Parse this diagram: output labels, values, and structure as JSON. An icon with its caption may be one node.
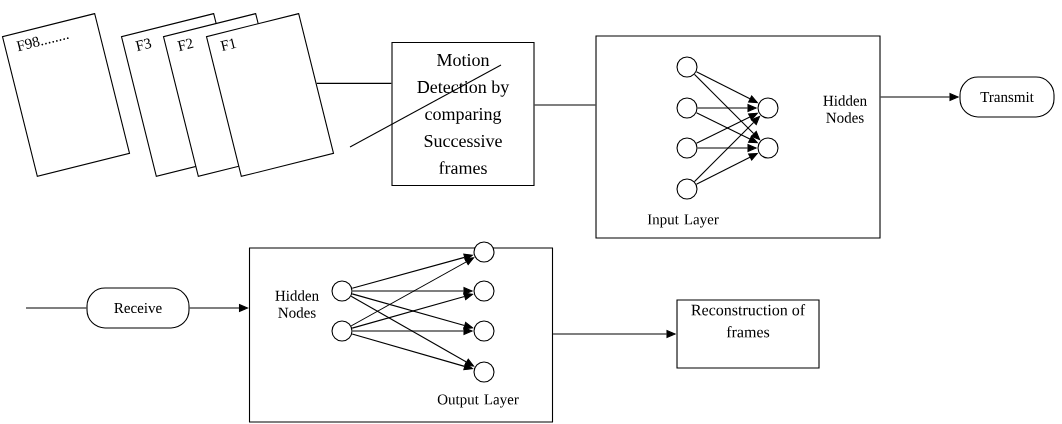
{
  "diagram": {
    "nodes": [
      {
        "text": [
          "F98........"
        ]
      },
      {
        "text": [
          "F3"
        ]
      },
      {
        "text": [
          "F2"
        ]
      },
      {
        "text": [
          "F1"
        ]
      },
      {
        "text": [
          "Motion Detection by comparing Successive frames"
        ]
      },
      {
        "text": [
          "Hidden Nodes",
          "Input Layer"
        ]
      },
      {
        "text": [],
        "shape": "circle",
        "in": 5
      },
      {
        "text": [],
        "shape": "circle",
        "in": 5
      },
      {
        "text": [],
        "shape": "circle",
        "in": 5
      },
      {
        "text": [],
        "shape": "circle",
        "in": 5
      },
      {
        "text": [],
        "shape": "circle",
        "in": 5
      },
      {
        "text": [],
        "shape": "circle",
        "in": 5
      },
      {
        "text": [
          "Transmit"
        ]
      },
      {
        "text": [
          "Receive"
        ]
      },
      {
        "text": [
          "Hidden Nodes",
          "Output Layer"
        ]
      },
      {
        "text": [],
        "shape": "circle",
        "in": 14
      },
      {
        "text": [],
        "shape": "circle",
        "in": 14
      },
      {
        "text": [],
        "shape": "circle",
        "in": 14
      },
      {
        "text": [],
        "shape": "circle",
        "in": 14
      },
      {
        "text": [],
        "shape": "circle",
        "in": 14
      },
      {
        "text": [],
        "shape": "circle",
        "in": 14
      },
      {
        "text": [
          "Reconstruction of frames"
        ]
      }
    ],
    "edges": [
      {
        "from": 3,
        "to": 4,
        "arrow": "none"
      },
      {
        "from": 4,
        "to": 5,
        "arrow": "none"
      },
      {
        "from": 5,
        "to": 12,
        "arrow": "to"
      },
      {
        "from": null,
        "to": 13,
        "arrow": "none"
      },
      {
        "from": 13,
        "to": 14,
        "arrow": "to"
      },
      {
        "from": 14,
        "to": 21,
        "arrow": "to"
      },
      {
        "from": 6,
        "to": 10,
        "arrow": "to"
      },
      {
        "from": 6,
        "to": 11,
        "arrow": "to"
      },
      {
        "from": 7,
        "to": 10,
        "arrow": "to"
      },
      {
        "from": 7,
        "to": 11,
        "arrow": "to"
      },
      {
        "from": 8,
        "to": 10,
        "arrow": "to"
      },
      {
        "from": 8,
        "to": 11,
        "arrow": "to"
      },
      {
        "from": 9,
        "to": 10,
        "arrow": "to"
      },
      {
        "from": 9,
        "to": 11,
        "arrow": "to"
      },
      {
        "from": 15,
        "to": 17,
        "arrow": "to"
      },
      {
        "from": 15,
        "to": 18,
        "arrow": "to"
      },
      {
        "from": 15,
        "to": 19,
        "arrow": "to"
      },
      {
        "from": 15,
        "to": 20,
        "arrow": "to"
      },
      {
        "from": 16,
        "to": 17,
        "arrow": "to"
      },
      {
        "from": 16,
        "to": 18,
        "arrow": "to"
      },
      {
        "from": 16,
        "to": 19,
        "arrow": "to"
      },
      {
        "from": 16,
        "to": 20,
        "arrow": "to"
      }
    ]
  }
}
